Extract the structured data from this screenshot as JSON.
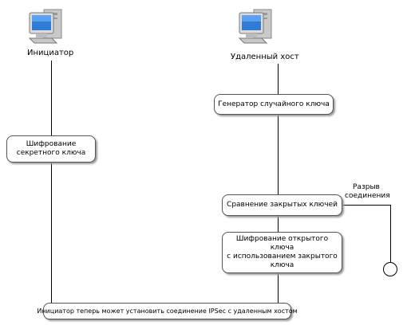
{
  "actors": {
    "initiator": {
      "label": "Инициатор",
      "icon": "computer-icon"
    },
    "remote_host": {
      "label": "Удаленный хост",
      "icon": "computer-icon"
    }
  },
  "nodes": {
    "random_key_generator": {
      "label": "Генератор случайного ключа"
    },
    "secret_key_encryption": {
      "line1": "Шифрование",
      "line2": "секретного ключа"
    },
    "private_key_compare": {
      "label": "Сравнение закрытых ключей"
    },
    "public_key_encryption": {
      "line1": "Шифрование открытого ключа",
      "line2": "с использованием закрытого",
      "line3": "ключа"
    },
    "final_step": {
      "label": "Инициатор теперь может установить соединение IPSec с удаленным хостом"
    }
  },
  "branch": {
    "line1": "Разрыв",
    "line2": "соединения"
  }
}
